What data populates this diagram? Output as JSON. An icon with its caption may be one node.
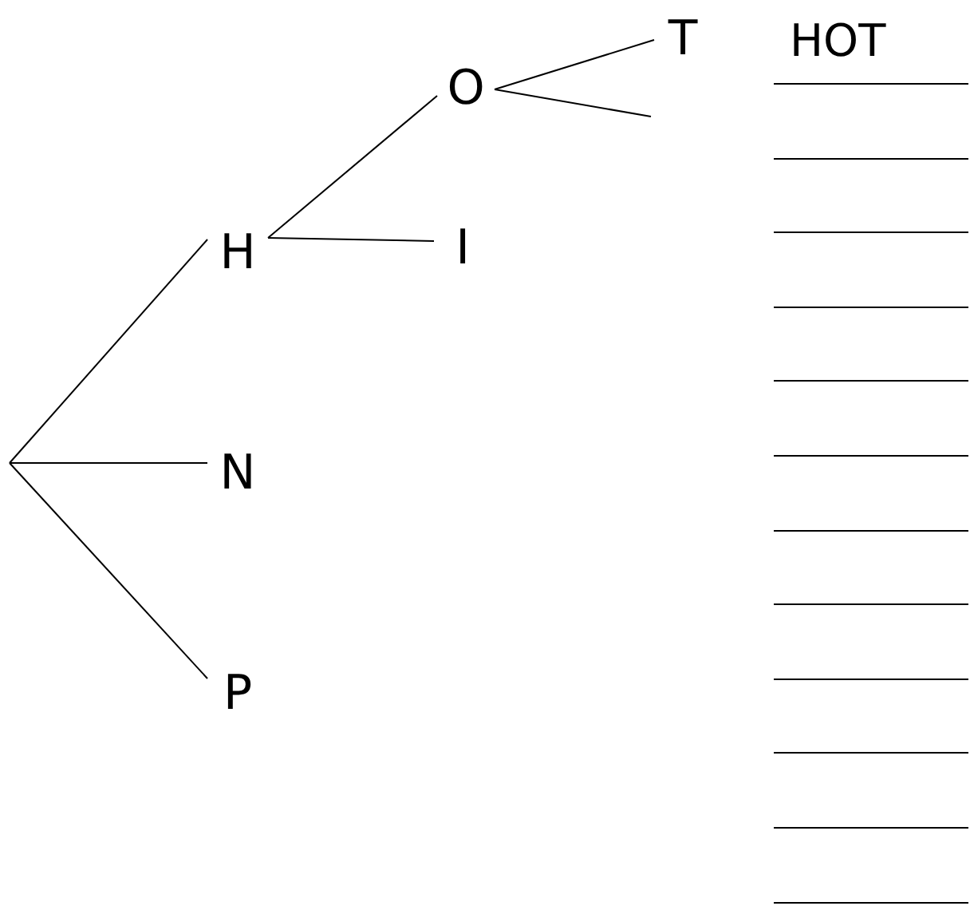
{
  "diagram": {
    "nodes": [
      {
        "text": [
          "O"
        ]
      },
      {
        "text": [
          "T"
        ]
      },
      {
        "text": [
          "H"
        ]
      },
      {
        "text": [
          "I"
        ]
      },
      {
        "text": [
          "N"
        ]
      },
      {
        "text": [
          "P"
        ]
      }
    ],
    "edges": [
      {
        "from": null,
        "to": 2,
        "arrow": "none"
      },
      {
        "from": null,
        "to": 4,
        "arrow": "none"
      },
      {
        "from": null,
        "to": 5,
        "arrow": "none"
      },
      {
        "from": 2,
        "to": 0,
        "arrow": "none"
      },
      {
        "from": 2,
        "to": 3,
        "arrow": "none"
      },
      {
        "from": 0,
        "to": 1,
        "arrow": "none"
      },
      {
        "from": 0,
        "to": null,
        "arrow": "none"
      }
    ],
    "labels": [
      "HOT"
    ]
  }
}
